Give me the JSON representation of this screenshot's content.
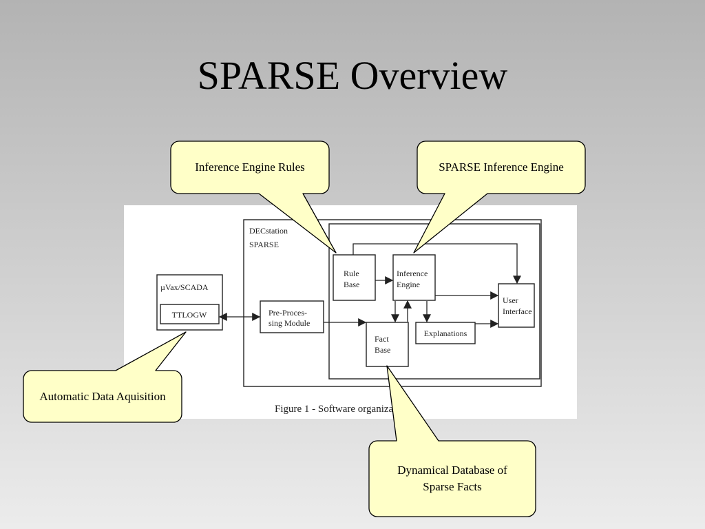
{
  "slide": {
    "title": "SPARSE Overview"
  },
  "colors": {
    "callout_fill": "#ffffc8",
    "callout_stroke": "#000000",
    "figure_background": "#ffffff",
    "figure_line": "#222222"
  },
  "figure": {
    "caption": "Figure 1 - Software organization",
    "outer_container": {
      "line1": "DECstation",
      "line2": "SPARSE"
    },
    "nodes": {
      "uvax": "µVax/SCADA",
      "ttlogw": "TTLOGW",
      "preprocessing": {
        "line1": "Pre-Proces-",
        "line2": "sing Module"
      },
      "rule_base": {
        "line1": "Rule",
        "line2": "Base"
      },
      "inference_engine": {
        "line1": "Inference",
        "line2": "Engine"
      },
      "user_interface": {
        "line1": "User",
        "line2": "Interface"
      },
      "fact_base": {
        "line1": "Fact",
        "line2": "Base"
      },
      "explanations": "Explanations"
    }
  },
  "callouts": {
    "rules": "Inference Engine Rules",
    "engine": "SPARSE Inference Engine",
    "acquisition": "Automatic Data Aquisition",
    "facts": "Dynamical Database of\nSparse Facts"
  }
}
